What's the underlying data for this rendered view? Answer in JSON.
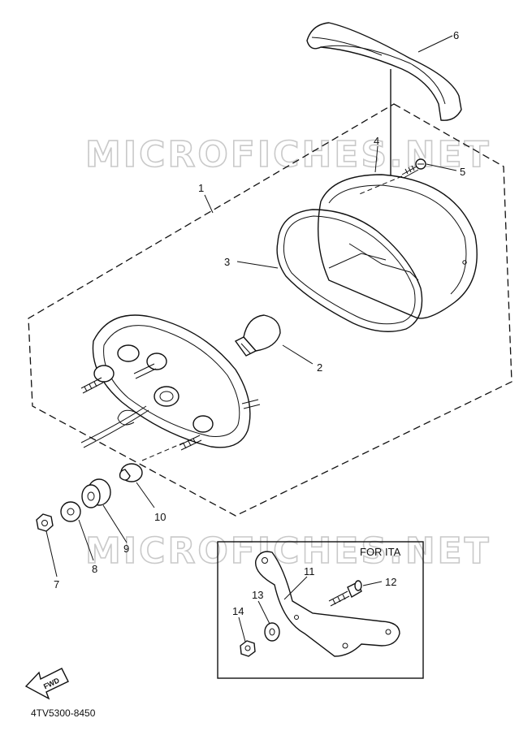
{
  "watermark": "MICROFICHES.NET",
  "inset_label": "FOR ITA",
  "fwd_label": "FWD",
  "diagram_code": "4TV5300-8450",
  "parts": [
    {
      "number": "1"
    },
    {
      "number": "2"
    },
    {
      "number": "3"
    },
    {
      "number": "4"
    },
    {
      "number": "5"
    },
    {
      "number": "6"
    },
    {
      "number": "7"
    },
    {
      "number": "8"
    },
    {
      "number": "9"
    },
    {
      "number": "10"
    },
    {
      "number": "11"
    },
    {
      "number": "12"
    },
    {
      "number": "13"
    },
    {
      "number": "14"
    }
  ]
}
